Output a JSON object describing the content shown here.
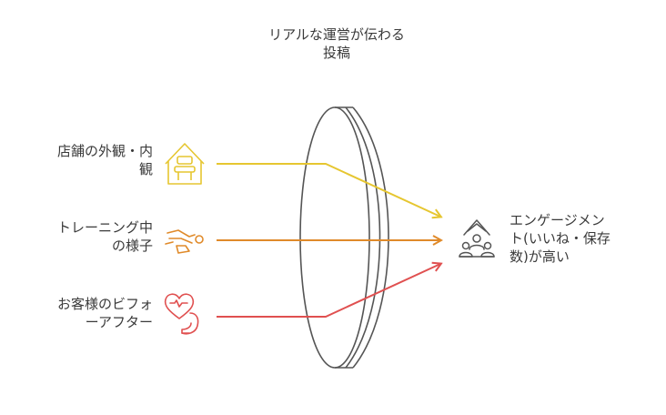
{
  "title": {
    "line1": "リアルな運営が伝わる",
    "line2": "投稿"
  },
  "inputs": [
    {
      "line1": "店舗の外観・内",
      "line2": "観",
      "icon": "storefront-icon",
      "color": "#e6c630"
    },
    {
      "line1": "トレーニング中",
      "line2": "の様子",
      "icon": "exercise-icon",
      "color": "#e08a2a"
    },
    {
      "line1": "お客様のビフォ",
      "line2": "ーアフター",
      "icon": "heart-arm-icon",
      "color": "#e05050"
    }
  ],
  "output": {
    "line1": "エンゲージメン",
    "line2": "ト(いいね・保存",
    "line3": "数)が高い",
    "icon": "community-icon"
  },
  "colors": {
    "lens": "#555555",
    "text": "#3a3a3a"
  }
}
